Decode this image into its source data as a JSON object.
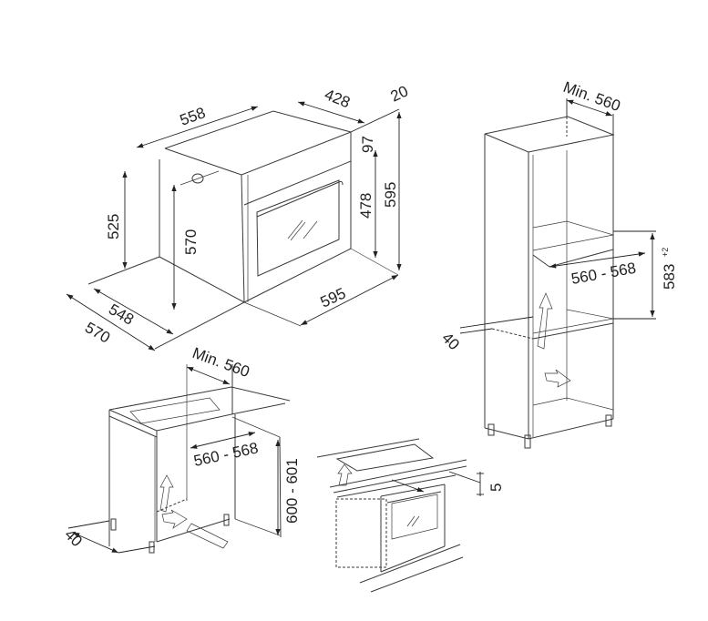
{
  "oven": {
    "width_top": "558",
    "depth": "428",
    "front_thickness": "20",
    "panel_height": "97",
    "door_height": "478",
    "total_height": "595",
    "niche_height": "525",
    "niche_inner_height": "570",
    "total_width": "595",
    "niche_depth": "548",
    "niche_depth_total": "570"
  },
  "tall_cabinet": {
    "min_depth": "Min. 560",
    "niche_width": "560 - 568",
    "niche_height": "583",
    "niche_height_tolerance": "+2",
    "rear_gap": "40"
  },
  "under_counter": {
    "min_depth": "Min. 560",
    "niche_width": "560 - 568",
    "niche_height": "600 - 601",
    "rear_gap": "40"
  },
  "hob_combo": {
    "gap": "5"
  }
}
